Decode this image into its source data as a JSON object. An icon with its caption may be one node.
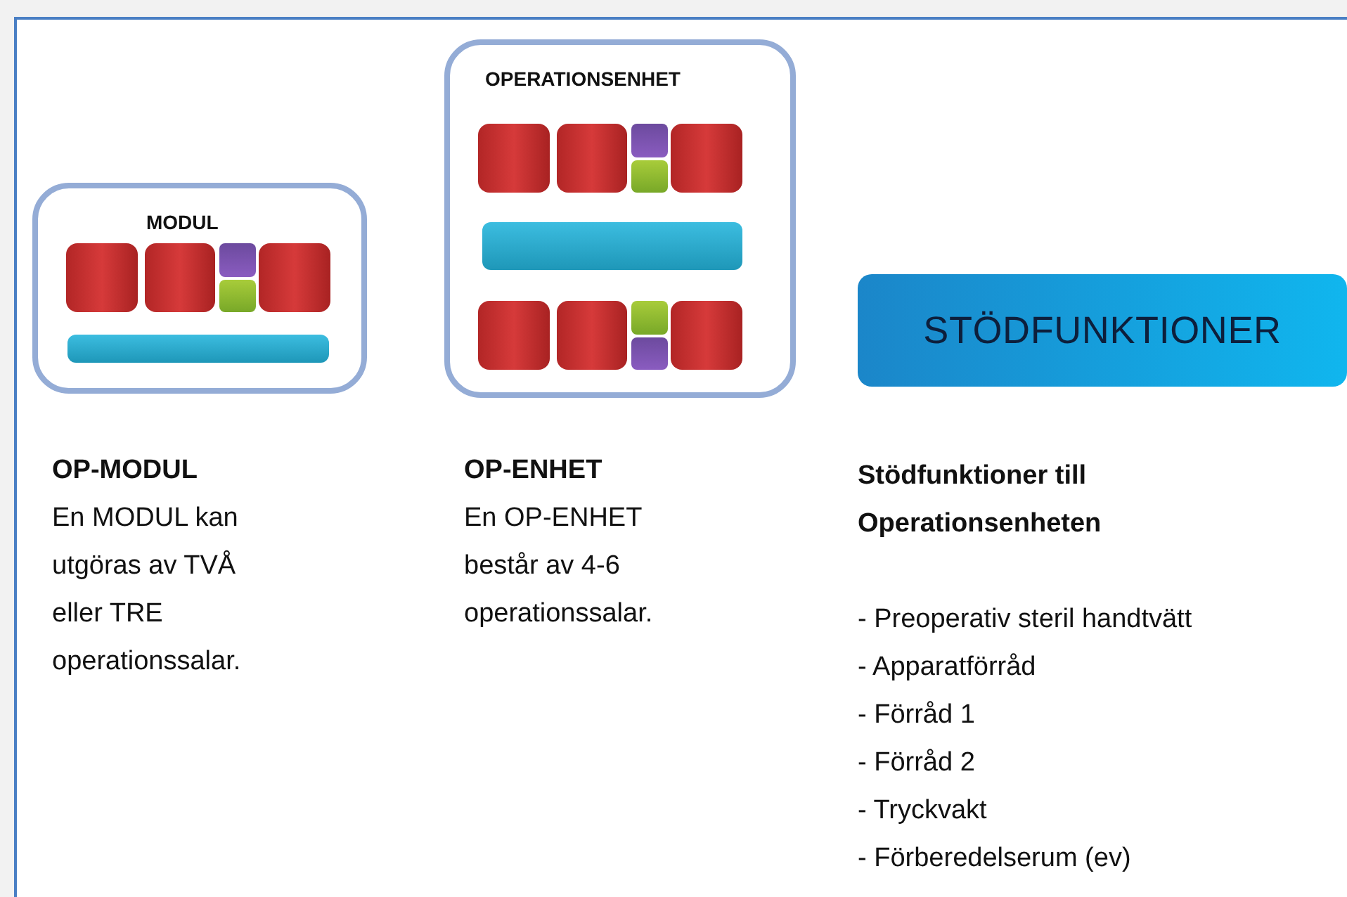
{
  "diagram": {
    "nodes": [
      {
        "text": [
          "MODUL"
        ]
      },
      {
        "text": [
          "OPERATIONSENHET"
        ]
      },
      {
        "text": [
          "STÖDFUNKTIONER"
        ]
      }
    ],
    "labels": [
      "OP-MODUL",
      "En MODUL kan utgöras av TVÅ eller TRE operationssalar.",
      "OP-ENHET",
      "En OP-ENHET består av 4-6 operationssalar.",
      "Stödfunktioner till Operationsenheten",
      "- Preoperativ steril handtvätt",
      "- Apparatförråd",
      "- Förråd 1",
      "- Förråd 2",
      "- Tryckvakt",
      "- Förberedelserum (ev)"
    ]
  }
}
